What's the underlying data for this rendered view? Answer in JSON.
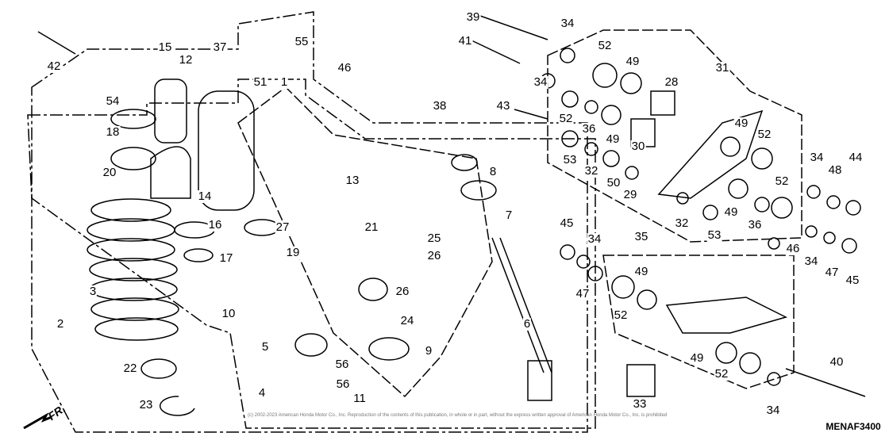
{
  "diagram": {
    "code": "MENAF3400",
    "front_marker": "FR.",
    "copyright": "(c) 2002-2023 American Honda Motor Co., Inc. Reproduction of the contents of this publication, in whole or in part, without the express written approval of American Honda Motor Co., Inc. is prohibited",
    "labels": [
      "42",
      "54",
      "15",
      "37",
      "12",
      "51",
      "1",
      "55",
      "46",
      "38",
      "18",
      "20",
      "14",
      "16",
      "27",
      "17",
      "19",
      "10",
      "3",
      "2",
      "22",
      "23",
      "5",
      "4",
      "56",
      "56",
      "11",
      "13",
      "21",
      "25",
      "26",
      "26",
      "24",
      "8",
      "7",
      "9",
      "6",
      "39",
      "34",
      "41",
      "34",
      "43",
      "52",
      "49",
      "28",
      "31",
      "52",
      "36",
      "49",
      "30",
      "53",
      "32",
      "50",
      "29",
      "49",
      "52",
      "32",
      "53",
      "49",
      "36",
      "52",
      "34",
      "48",
      "44",
      "45",
      "34",
      "47",
      "46",
      "34",
      "47",
      "45",
      "35",
      "49",
      "52",
      "49",
      "52",
      "33",
      "34",
      "40"
    ]
  }
}
